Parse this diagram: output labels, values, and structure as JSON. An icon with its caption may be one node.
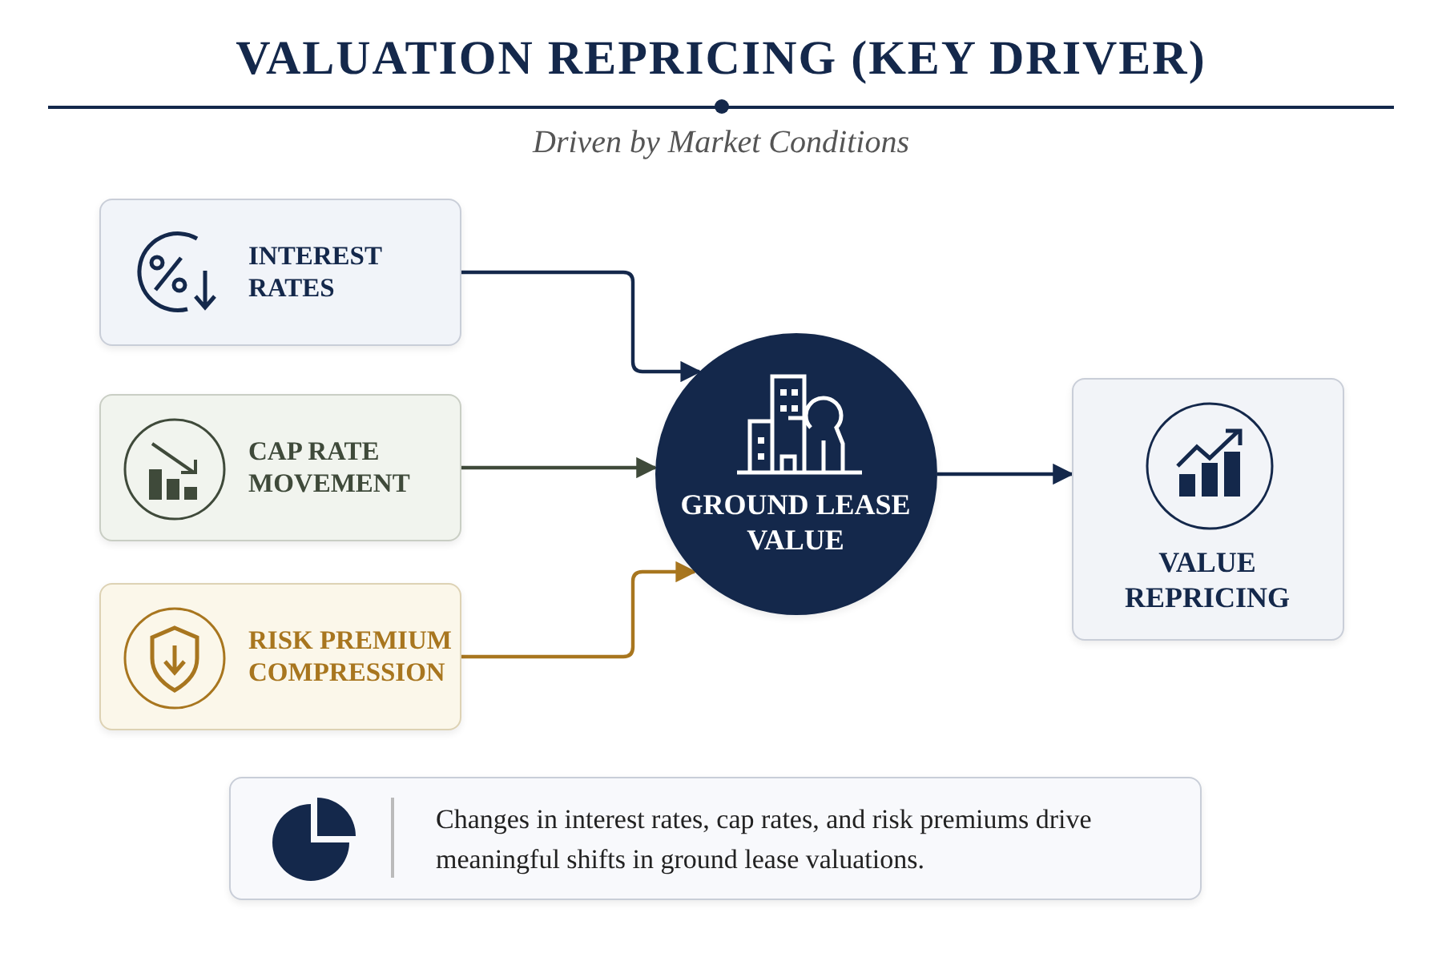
{
  "diagram": {
    "title": "VALUATION REPRICING (KEY DRIVER)",
    "nodes": [
      {
        "text": [
          "INTEREST RATES"
        ]
      },
      {
        "text": [
          "CAP RATE MOVEMENT"
        ]
      },
      {
        "text": [
          "RISK PREMIUM COMPRESSION"
        ]
      },
      {
        "text": [
          "GROUND LEASE VALUE"
        ]
      },
      {
        "text": [
          "VALUE REPRICING"
        ]
      },
      {
        "text": [
          "Changes in interest rates, cap rates, and risk premiums drive meaningful shifts in ground lease valuations."
        ]
      }
    ],
    "edges": [
      {
        "from": 0,
        "to": 3,
        "arrow": "to"
      },
      {
        "from": 1,
        "to": 3,
        "arrow": "to",
        "color": "#3f4a3a"
      },
      {
        "from": 2,
        "to": 3,
        "arrow": "to",
        "color": "#a8761f"
      },
      {
        "from": 3,
        "to": 4,
        "arrow": "to"
      }
    ],
    "labels": [
      "Driven by Market Conditions"
    ]
  }
}
